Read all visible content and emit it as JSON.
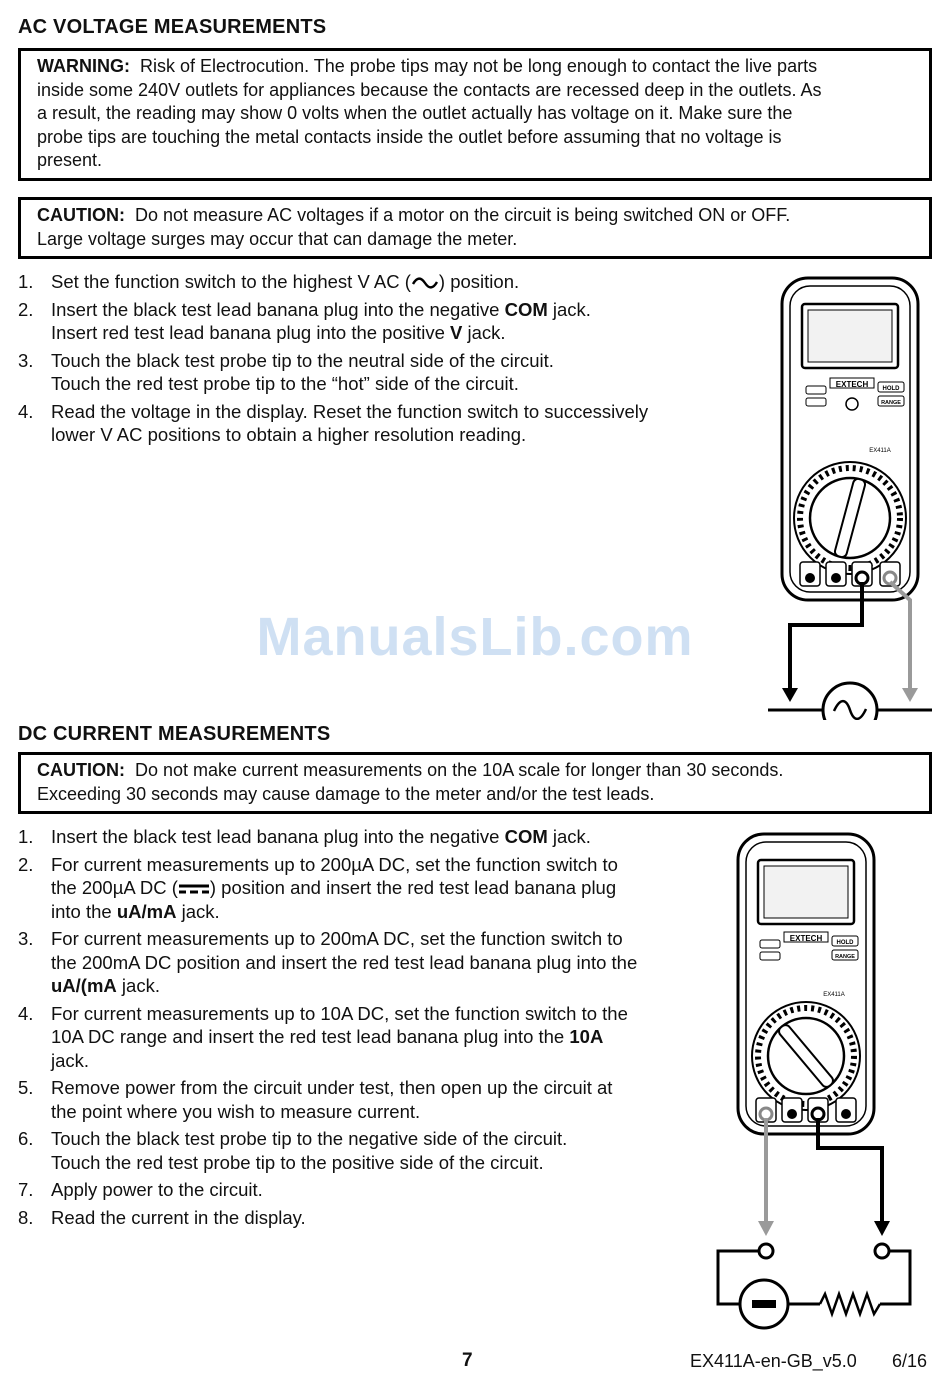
{
  "ac": {
    "heading": "AC VOLTAGE MEASUREMENTS",
    "warning_label": "WARNING:",
    "warning_l1": "Risk of Electrocution. The probe tips may not be long enough to contact the live parts",
    "warning_l2": "inside some 240V outlets for appliances because the contacts are recessed deep in the outlets. As",
    "warning_l3": "a result, the reading may show 0 volts when the outlet actually has voltage on it. Make sure the",
    "warning_l4": "probe tips are touching the metal contacts inside the outlet before assuming that no voltage is",
    "warning_l5": "present.",
    "caution_label": "CAUTION:",
    "caution_l1": "Do not measure AC voltages if a motor on the circuit is being switched ON or OFF.",
    "caution_l2": "Large voltage surges may occur that can damage the meter.",
    "steps": [
      {
        "num": "1.",
        "a": "Set the function switch to the highest V AC (",
        "b": ") position."
      },
      {
        "num": "2.",
        "l1a": "Insert the black test lead banana plug into the negative ",
        "l1b": "COM",
        "l1c": " jack.",
        "l2a": "Insert red test lead banana plug into the positive ",
        "l2b": "V",
        "l2c": " jack."
      },
      {
        "num": "3.",
        "l1": "Touch the black test probe tip to the neutral side of the circuit.",
        "l2": "Touch the red test probe tip to the “hot” side of the circuit."
      },
      {
        "num": "4.",
        "l1": "Read the voltage in the display. Reset the function switch to successively",
        "l2": "lower V AC positions to obtain a higher resolution reading."
      }
    ]
  },
  "watermark": "ManualsLib.com",
  "dc": {
    "heading": "DC CURRENT MEASUREMENTS",
    "caution_label": "CAUTION:",
    "caution_l1": "Do not make current measurements on the 10A scale for longer than 30 seconds.",
    "caution_l2": "Exceeding 30 seconds may cause damage to the meter and/or the test leads.",
    "steps": [
      {
        "num": "1.",
        "a": "Insert the black test lead banana plug into the negative ",
        "b": "COM",
        "c": " jack."
      },
      {
        "num": "2.",
        "l1": "For current measurements up to 200µA DC, set the function switch to",
        "l2a": "the 200µA DC (",
        "l2b": ") position and insert the red test lead banana plug",
        "l3a": "into the ",
        "l3b": "uA/mA",
        "l3c": " jack."
      },
      {
        "num": "3.",
        "l1": "For current measurements up to 200mA DC, set the function switch to",
        "l2": "the 200mA DC position and insert the red test lead banana plug into the",
        "l3a": "uA/(mA",
        "l3b": " jack."
      },
      {
        "num": "4.",
        "l1": "For current measurements up to 10A DC, set the function switch to the",
        "l2a": "10A DC range and insert the red test lead banana plug into the ",
        "l2b": "10A",
        "l3": "jack."
      },
      {
        "num": "5.",
        "l1": "Remove power from the circuit under test, then open up the circuit at",
        "l2": "the point where you wish to measure current."
      },
      {
        "num": "6.",
        "l1": "Touch the black test probe tip to the negative side of the circuit.",
        "l2": "Touch the red test probe tip to the positive side of the circuit."
      },
      {
        "num": "7.",
        "l1": "Apply power to the circuit."
      },
      {
        "num": "8.",
        "l1": "Read the current in the display."
      }
    ]
  },
  "meter": {
    "brand": "EXTECH",
    "model": "EX411A",
    "hold": "HOLD",
    "range": "RANGE"
  },
  "footer": {
    "page": "7",
    "doc": "EX411A-en-GB_v5.0",
    "date": "6/16"
  }
}
